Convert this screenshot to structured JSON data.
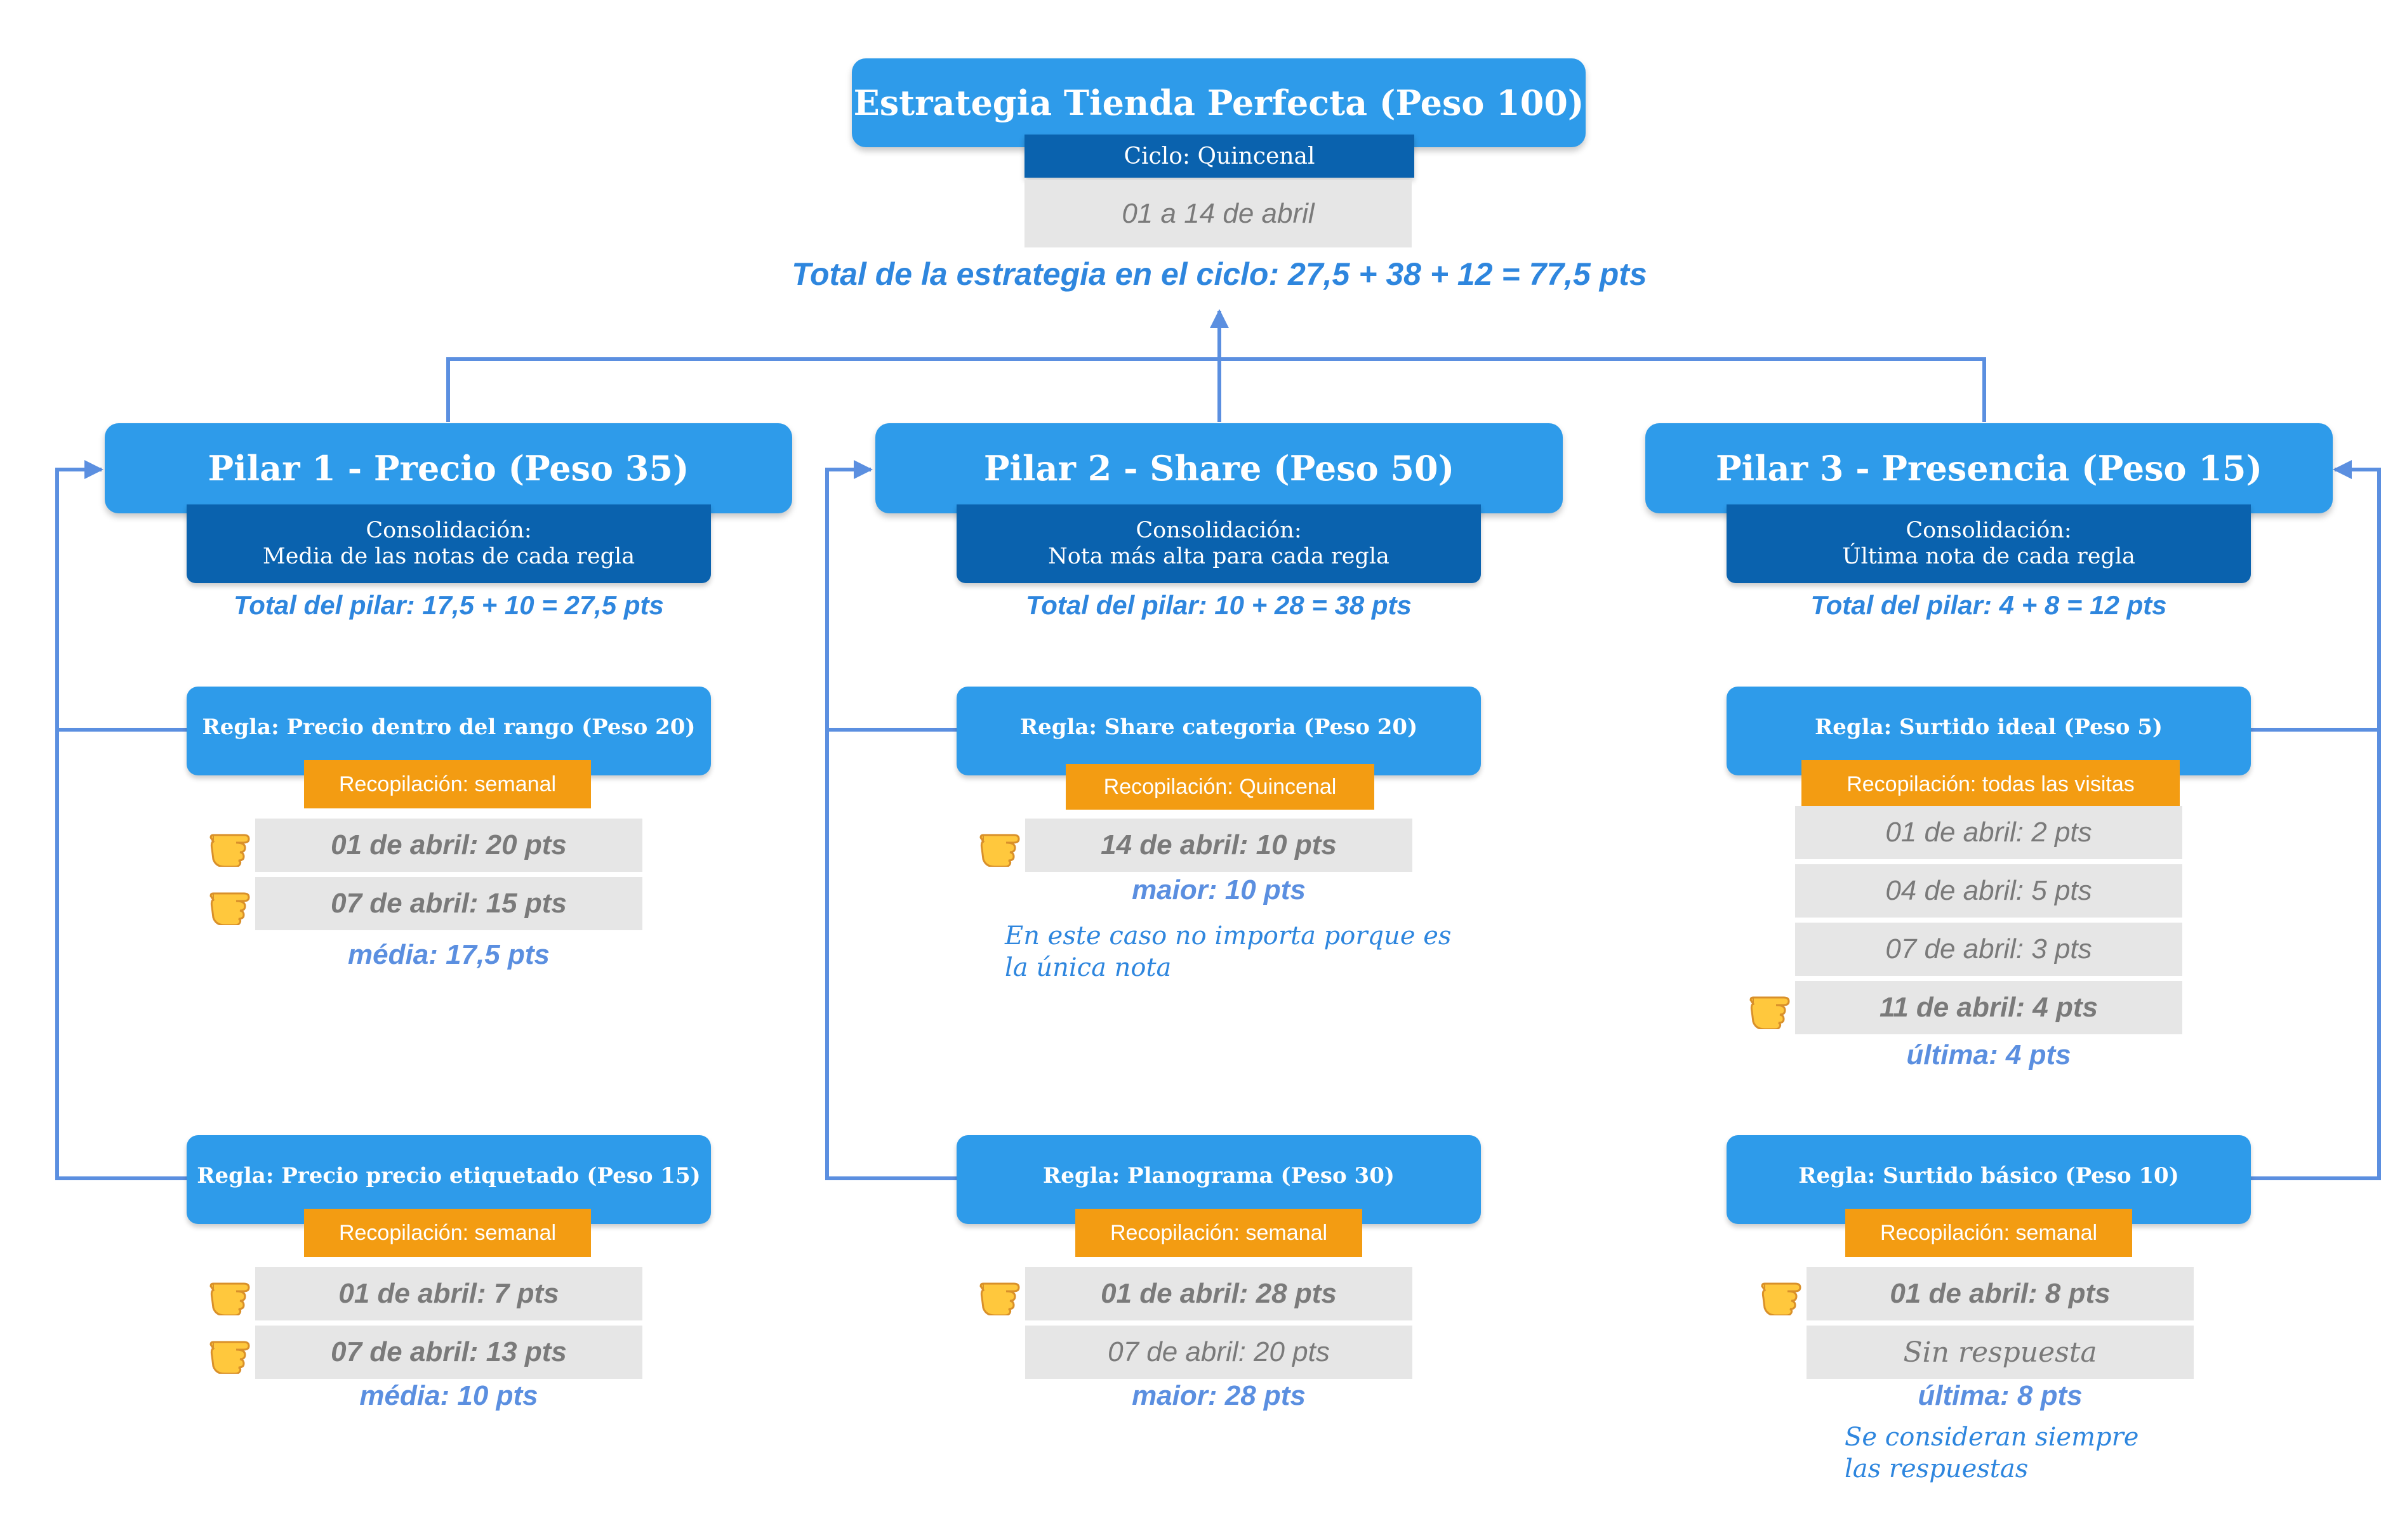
{
  "strategy": {
    "title": "Estrategia Tienda Perfecta (Peso 100)",
    "cycle": "Ciclo: Quincenal",
    "period": "01 a 14 de abril",
    "total": "Total de la estrategia en el ciclo: 27,5 + 38 + 12 = 77,5 pts"
  },
  "pillars": [
    {
      "title": "Pilar 1 - Precio (Peso 35)",
      "consolidation_label": "Consolidación:",
      "consolidation_rule": "Media de las notas de cada regla",
      "total": "Total del pilar: 17,5 + 10 = 27,5 pts",
      "rules": [
        {
          "title": "Regla: Precio dentro del rango (Peso 20)",
          "collection": "Recopilación: semanal",
          "entries": [
            "01 de abril: 20 pts",
            "07 de abril: 15 pts"
          ],
          "result": "média: 17,5 pts"
        },
        {
          "title": "Regla: Precio precio etiquetado (Peso 15)",
          "collection": "Recopilación: semanal",
          "entries": [
            "01 de abril: 7 pts",
            "07 de abril: 13 pts"
          ],
          "result": "média: 10 pts"
        }
      ]
    },
    {
      "title": "Pilar 2 - Share (Peso 50)",
      "consolidation_label": "Consolidación:",
      "consolidation_rule": "Nota más alta para cada regla",
      "total": "Total del pilar: 10 + 28 = 38 pts",
      "rules": [
        {
          "title": "Regla: Share categoria (Peso 20)",
          "collection": "Recopilación: Quincenal",
          "entries": [
            "14 de abril: 10 pts"
          ],
          "result": "maior: 10 pts",
          "note": [
            "En este caso no importa porque es",
            "la única nota"
          ]
        },
        {
          "title": "Regla: Planograma (Peso 30)",
          "collection": "Recopilación: semanal",
          "entries": [
            "01 de abril: 28 pts",
            "07 de abril: 20 pts"
          ],
          "result": "maior: 28 pts"
        }
      ]
    },
    {
      "title": "Pilar 3 - Presencia (Peso 15)",
      "consolidation_label": "Consolidación:",
      "consolidation_rule": "Última nota de cada regla",
      "total": "Total del pilar: 4 + 8 = 12 pts",
      "rules": [
        {
          "title": "Regla: Surtido ideal (Peso 5)",
          "collection": "Recopilación: todas las visitas",
          "entries": [
            "01 de abril: 2 pts",
            "04 de abril: 5 pts",
            "07 de abril: 3 pts",
            "11 de abril: 4 pts"
          ],
          "result": "última: 4 pts"
        },
        {
          "title": "Regla: Surtido básico (Peso 10)",
          "collection": "Recopilación: semanal",
          "entries": [
            "01 de abril: 8 pts",
            "Sin respuesta"
          ],
          "result": "última: 8 pts",
          "note": [
            "Se consideran siempre",
            "las respuestas"
          ]
        }
      ]
    }
  ],
  "icons": {
    "pointer": "pointing-hand-icon"
  },
  "colors": {
    "primary_blue": "#2E9BEA",
    "dark_blue": "#0A62AE",
    "orange": "#F39C12",
    "gray_fill": "#E6E6E6",
    "gray_text": "#7A7A7A",
    "total_text": "#2E86DE",
    "result_text": "#5B8FE0",
    "connector": "#5B8FE0",
    "hand_yellow": "#FFC83D"
  }
}
